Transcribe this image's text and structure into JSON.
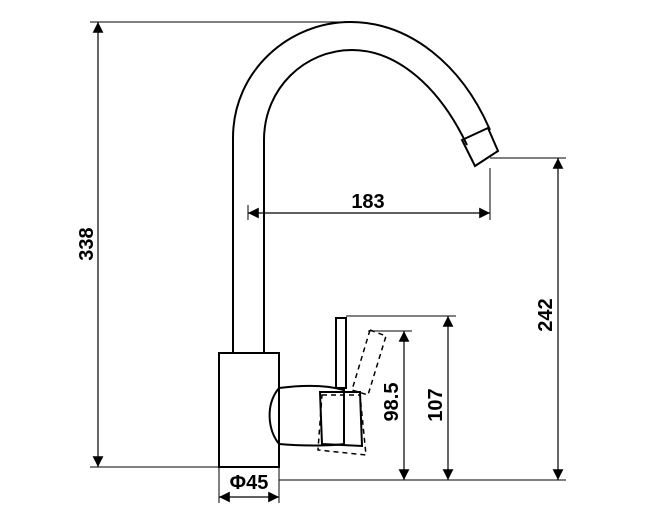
{
  "drawing": {
    "dimensions": {
      "total_height": "338",
      "reach": "183",
      "spout_height": "242",
      "lever_height": "107",
      "lever_height_alt": "98.5",
      "base_diameter": "Φ45"
    }
  }
}
